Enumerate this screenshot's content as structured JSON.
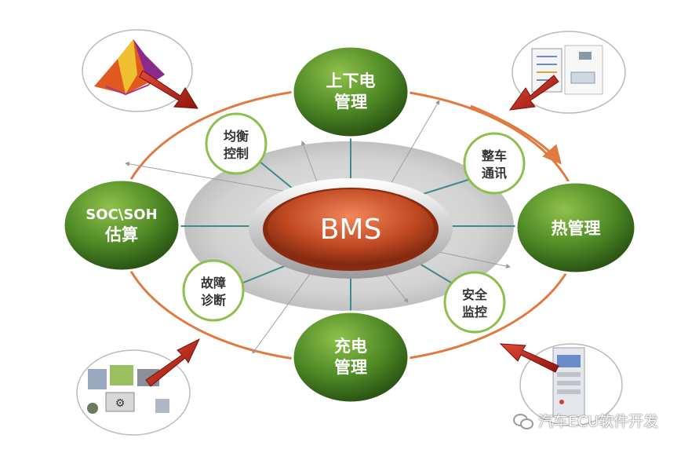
{
  "center": {
    "label": "BMS"
  },
  "main_nodes": {
    "top": [
      "上下电",
      "管理"
    ],
    "left": [
      "SOC\\SOH",
      "估算"
    ],
    "right": [
      "热管理"
    ],
    "bottom": [
      "充电",
      "管理"
    ]
  },
  "sub_nodes": {
    "balance": [
      "均衡",
      "控制"
    ],
    "vehicle_comm": [
      "整车",
      "通讯"
    ],
    "fault_diag": [
      "故障",
      "诊断"
    ],
    "safety_monitor": [
      "安全",
      "监控"
    ]
  },
  "watermark": {
    "text": "汽车ECU软件开发"
  },
  "colors": {
    "node_green_light": "#7fae3c",
    "node_green_dark": "#2c5a16",
    "center_light": "#e8703a",
    "center_dark": "#7a2410",
    "orbit": "#e07a40",
    "arrow_red": "#c02a1e",
    "sub_border": "#8cc04a",
    "connector": "#3f8a8a"
  },
  "icons": [
    "surface-plot-icon",
    "wiring-schematic-icon",
    "module-blocks-icon",
    "test-cabinet-icon",
    "wechat-icon"
  ]
}
